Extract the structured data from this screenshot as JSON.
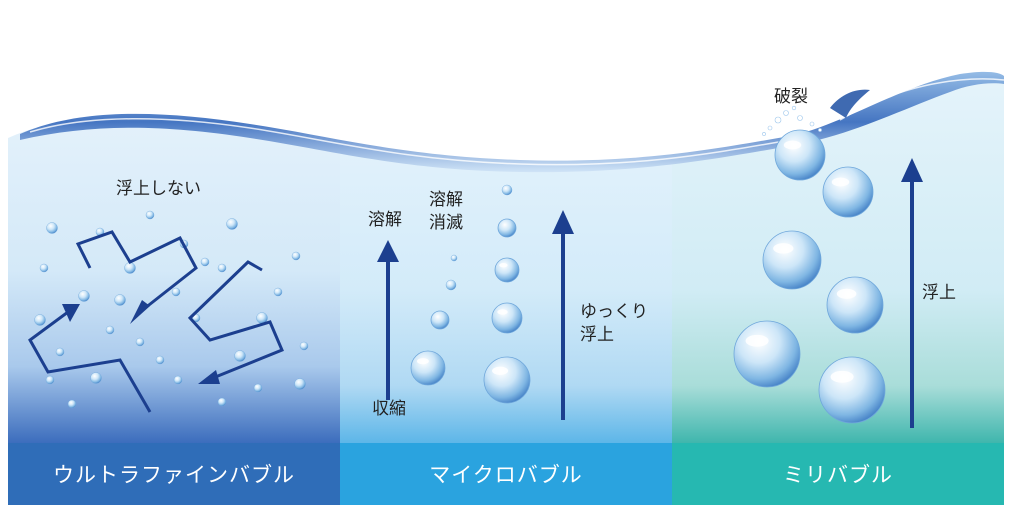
{
  "sections": [
    {
      "label": "ウルトラファインバブル",
      "color": "#2f6db8"
    },
    {
      "label": "マイクロバブル",
      "color": "#2aa3df"
    },
    {
      "label": "ミリバブル",
      "color": "#26b8b1"
    }
  ],
  "annotations": {
    "no_float": "浮上しない",
    "dissolve": "溶解",
    "dissolve_vanish_1": "溶解",
    "dissolve_vanish_2": "消滅",
    "shrink": "収縮",
    "slow_float_1": "ゆっくり",
    "slow_float_2": "浮上",
    "burst": "破裂",
    "float": "浮上"
  },
  "colors": {
    "arrow": "#1c3f8f",
    "water_deep": "#3c6dbd",
    "water_light": "#eaf5fd"
  }
}
